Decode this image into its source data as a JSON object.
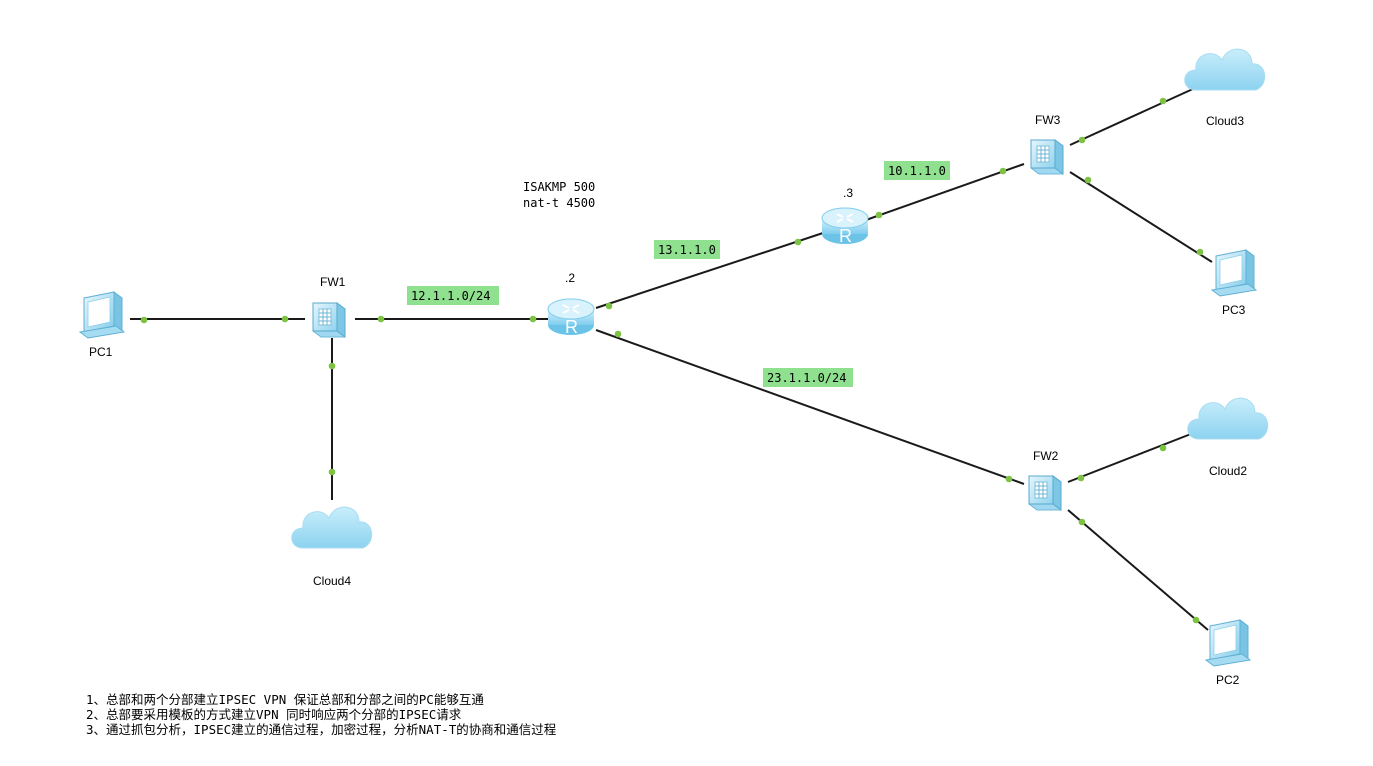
{
  "devices": {
    "pc1": "PC1",
    "pc2": "PC2",
    "pc3": "PC3",
    "fw1": "FW1",
    "fw2": "FW2",
    "fw3": "FW3",
    "router_r2_addr": ".2",
    "router_r3_addr": ".3",
    "router_glyph": "R",
    "cloud2": "Cloud2",
    "cloud3": "Cloud3",
    "cloud4": "Cloud4"
  },
  "network_labels": {
    "net_12": "12.1.1.0/24",
    "net_13": "13.1.1.0",
    "net_10": "10.1.1.0",
    "net_23": "23.1.1.0/24"
  },
  "protocol_note": {
    "line1": "ISAKMP 500",
    "line2": "nat-t 4500"
  },
  "requirements": [
    "1、总部和两个分部建立IPSEC VPN 保证总部和分部之间的PC能够互通",
    "2、总部要采用模板的方式建立VPN 同时响应两个分部的IPSEC请求",
    "3、通过抓包分析，IPSEC建立的通信过程，加密过程，分析NAT-T的协商和通信过程"
  ],
  "colors": {
    "link": "#1a1a1a",
    "port_dot": "#7dc243",
    "label_bg": "#8fe08f",
    "device_body": "#bfe6f7",
    "cloud": "#a9dff5"
  }
}
